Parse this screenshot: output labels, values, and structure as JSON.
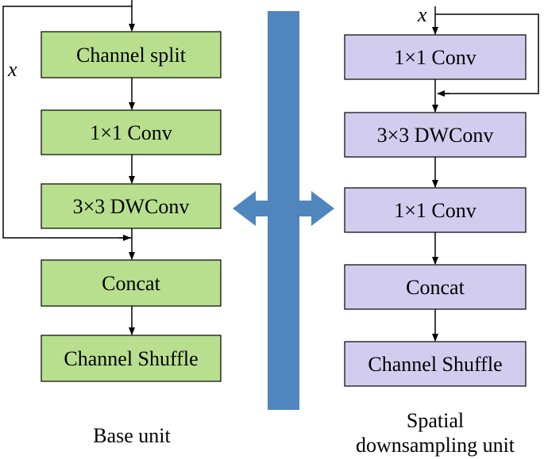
{
  "colors": {
    "base_fill": "#b8df8e",
    "spatial_fill": "#d2ccef",
    "bar_fill": "#4f86bd",
    "stroke": "#000000"
  },
  "base_unit": {
    "caption": "Base unit",
    "input_label": "x",
    "boxes": [
      "Channel split",
      "1×1 Conv",
      "3×3 DWConv",
      "Concat",
      "Channel Shuffle"
    ]
  },
  "spatial_unit": {
    "caption_line1": "Spatial",
    "caption_line2": "downsampling unit",
    "input_label": "x",
    "boxes": [
      "1×1 Conv",
      "3×3 DWConv",
      "1×1 Conv",
      "Concat",
      "Channel Shuffle"
    ]
  }
}
